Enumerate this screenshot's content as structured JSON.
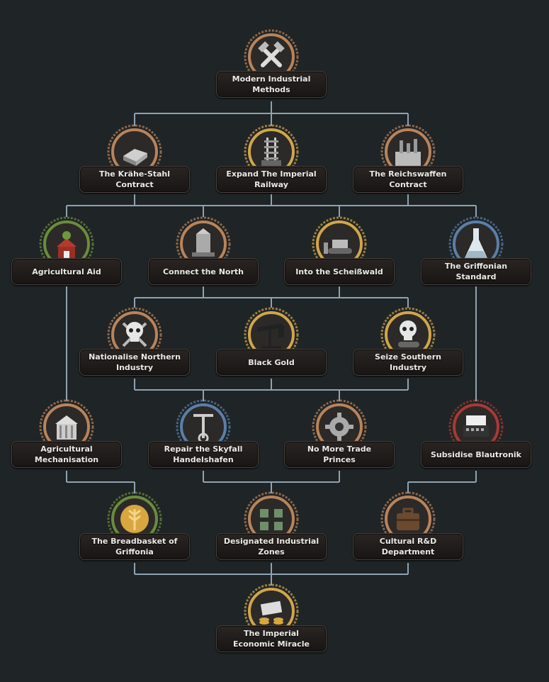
{
  "focuses": [
    {
      "id": "f0",
      "title": "Modern Industrial Methods",
      "icon": "crossed-hammers-icon",
      "frame": "bronze"
    },
    {
      "id": "f1",
      "title": "The Krähe-Stahl Contract",
      "icon": "steel-ingot-icon",
      "frame": "bronze"
    },
    {
      "id": "f2",
      "title": "Expand The Imperial Railway",
      "icon": "railway-icon",
      "frame": "gold"
    },
    {
      "id": "f3",
      "title": "The Reichswaffen Contract",
      "icon": "factory-icon",
      "frame": "bronze"
    },
    {
      "id": "f4",
      "title": "Agricultural Aid",
      "icon": "barn-icon",
      "frame": "green"
    },
    {
      "id": "f5",
      "title": "Connect the North",
      "icon": "mining-icon",
      "frame": "bronze"
    },
    {
      "id": "f6",
      "title": "Into the Scheißwald",
      "icon": "bulldozer-icon",
      "frame": "gold"
    },
    {
      "id": "f7",
      "title": "The Griffonian Standard",
      "icon": "flask-icon",
      "frame": "blue"
    },
    {
      "id": "f8",
      "title": "Nationalise Northern Industry",
      "icon": "skull-crossed-tools-icon",
      "frame": "bronze"
    },
    {
      "id": "f9",
      "title": "Black Gold",
      "icon": "oil-pump-icon",
      "frame": "gold"
    },
    {
      "id": "f10",
      "title": "Seize Southern Industry",
      "icon": "skull-bulldozer-icon",
      "frame": "gold"
    },
    {
      "id": "f11",
      "title": "Agricultural Mechanisation",
      "icon": "granary-icon",
      "frame": "bronze"
    },
    {
      "id": "f12",
      "title": "Repair the Skyfall Handelshafen",
      "icon": "harbor-crane-icon",
      "frame": "blue"
    },
    {
      "id": "f13",
      "title": "No More Trade Princes",
      "icon": "gear-icon",
      "frame": "bronze"
    },
    {
      "id": "f14",
      "title": "Subsidise Blautronik",
      "icon": "typewriter-icon",
      "frame": "red"
    },
    {
      "id": "f15",
      "title": "The Breadbasket of Griffonia",
      "icon": "wheat-icon",
      "frame": "green"
    },
    {
      "id": "f16",
      "title": "Designated Industrial Zones",
      "icon": "city-blocks-icon",
      "frame": "bronze"
    },
    {
      "id": "f17",
      "title": "Cultural R&D Department",
      "icon": "briefcase-icon",
      "frame": "bronze"
    },
    {
      "id": "f18",
      "title": "The Imperial Economic Miracle",
      "icon": "money-stack-icon",
      "frame": "gold"
    }
  ],
  "colors": {
    "background": "#1f2426",
    "connector": "#8ea3b3",
    "bronze": "#b9835a",
    "gold": "#d1a54a",
    "blue": "#5a7fa8",
    "red": "#a83a34",
    "green": "#6b8c3c",
    "label_text": "#ecebe6"
  }
}
